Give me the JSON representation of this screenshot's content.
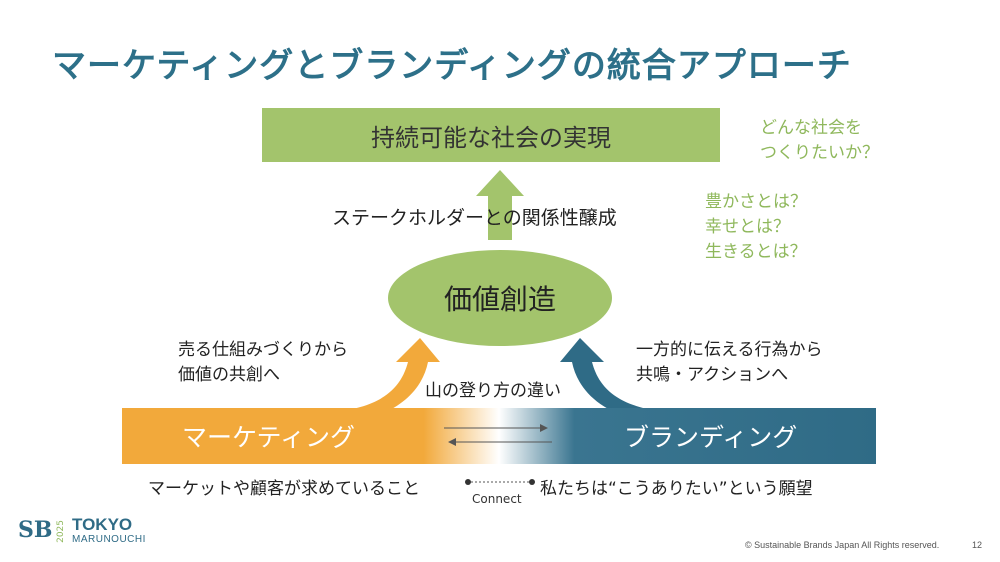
{
  "title": "マーケティングとブランディングの統合アプローチ",
  "goal": "持続可能な社会の実現",
  "question_society": [
    "どんな社会を",
    "つくりたいか？"
  ],
  "questions_life": [
    "豊かさとは？",
    "幸せとは？",
    "生きるとは？"
  ],
  "stakeholder": "ステークホルダーとの関係性醸成",
  "center": "価値創造",
  "marketing_process": [
    "売る仕組みづくりから",
    "価値の共創へ"
  ],
  "branding_process": [
    "一方的に伝える行為から",
    "共鳴・アクションへ"
  ],
  "mountain": "山の登り方の違い",
  "marketing": "マーケティング",
  "branding": "ブランディング",
  "marketing_basis": "マーケットや顧客が求めていること",
  "branding_basis": "私たちは“こうありたい”という願望",
  "connect": "Connect",
  "logo": {
    "sb": "SB",
    "year": "2025",
    "city": "TOKYO",
    "district": "MARUNOUCHI"
  },
  "copyright": "© Sustainable Brands Japan  All Rights reserved.",
  "page_number": "12",
  "colors": {
    "title": "#2d7089",
    "green": "#a3c46c",
    "orange": "#f2a93b",
    "teal": "#2f6b86"
  }
}
